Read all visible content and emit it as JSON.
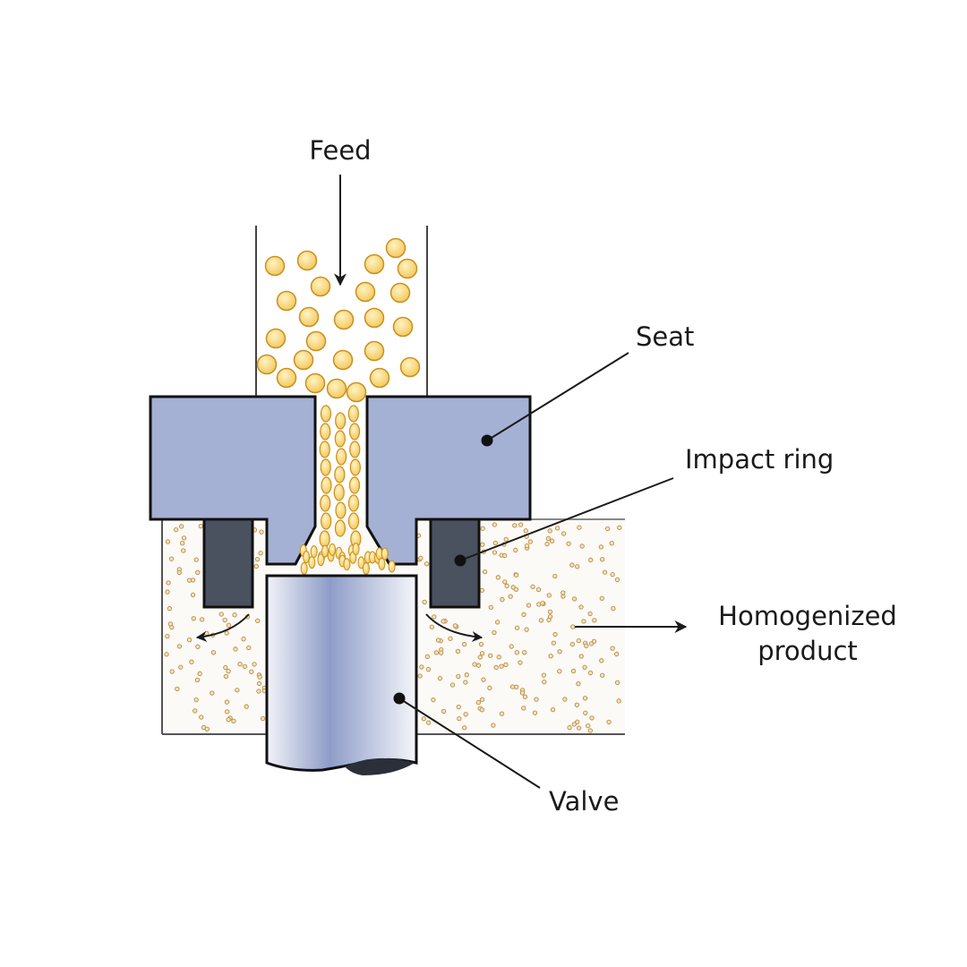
{
  "labels": {
    "feed": "Feed",
    "seat": "Seat",
    "impact_ring": "Impact ring",
    "homogenized_line1": "Homogenized",
    "homogenized_line2": "product",
    "valve": "Valve"
  },
  "colors": {
    "seat": "#a5b1d4",
    "impact_ring": "#4a5260",
    "particle": "#f3c65a",
    "particle_edge": "#c98f1c",
    "fine_particle": "#d9b27a",
    "valve_mid": "#8e9cc8",
    "outline": "#111111"
  }
}
